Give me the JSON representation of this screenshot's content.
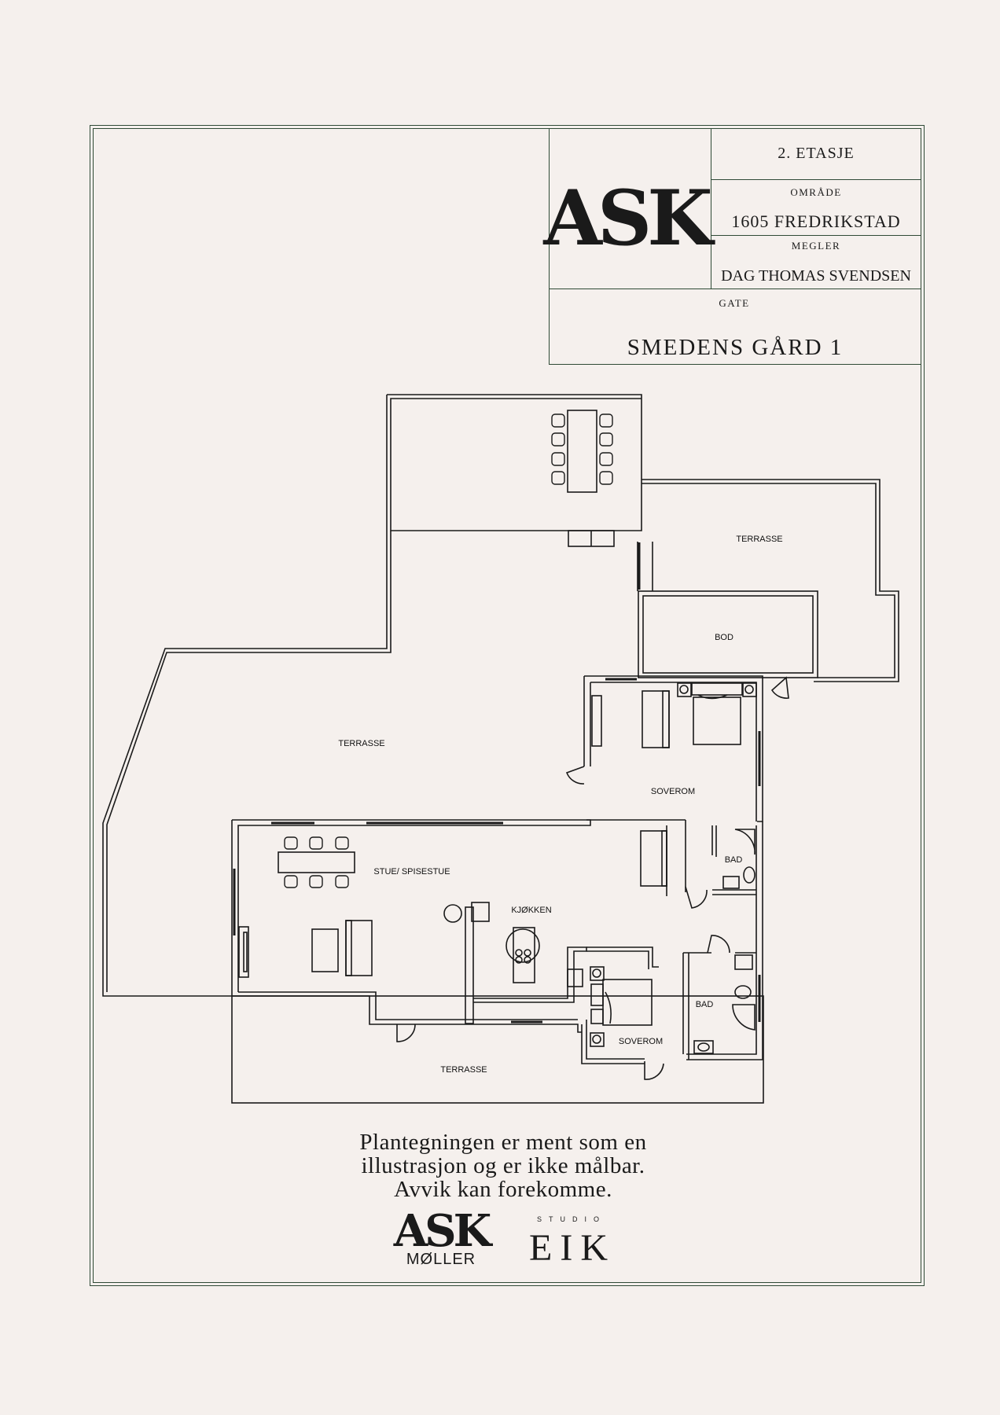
{
  "title_block": {
    "floor": "2. ETASJE",
    "area_label": "OMRÅDE",
    "area_value": "1605 FREDRIKSTAD",
    "broker_label": "MEGLER",
    "broker_value": "DAG THOMAS SVENDSEN",
    "street_label": "GATE",
    "street_value": "SMEDENS GÅRD 1",
    "logo": "ASK"
  },
  "rooms": {
    "terrasse_top_right": "TERRASSE",
    "bod": "BOD",
    "terrasse_left": "TERRASSE",
    "soverom_upper": "SOVEROM",
    "bad_upper": "BAD",
    "stue": "STUE/ SPISESTUE",
    "kjokken": "KJØKKEN",
    "bad_lower": "BAD",
    "soverom_lower": "SOVEROM",
    "terrasse_bottom": "TERRASSE"
  },
  "disclaimer": {
    "line1": "Plantegningen er ment som en",
    "line2": "illustrasjon og er ikke målbar.",
    "line3": "Avvik kan forekomme."
  },
  "logos": {
    "ask_moller_mark": "ASK",
    "ask_moller_word": "MØLLER",
    "studio": "STUDIO",
    "eik": "EIK"
  },
  "colors": {
    "background": "#f5f0ed",
    "frame": "#2f4a36",
    "ink": "#1a1a1a"
  }
}
